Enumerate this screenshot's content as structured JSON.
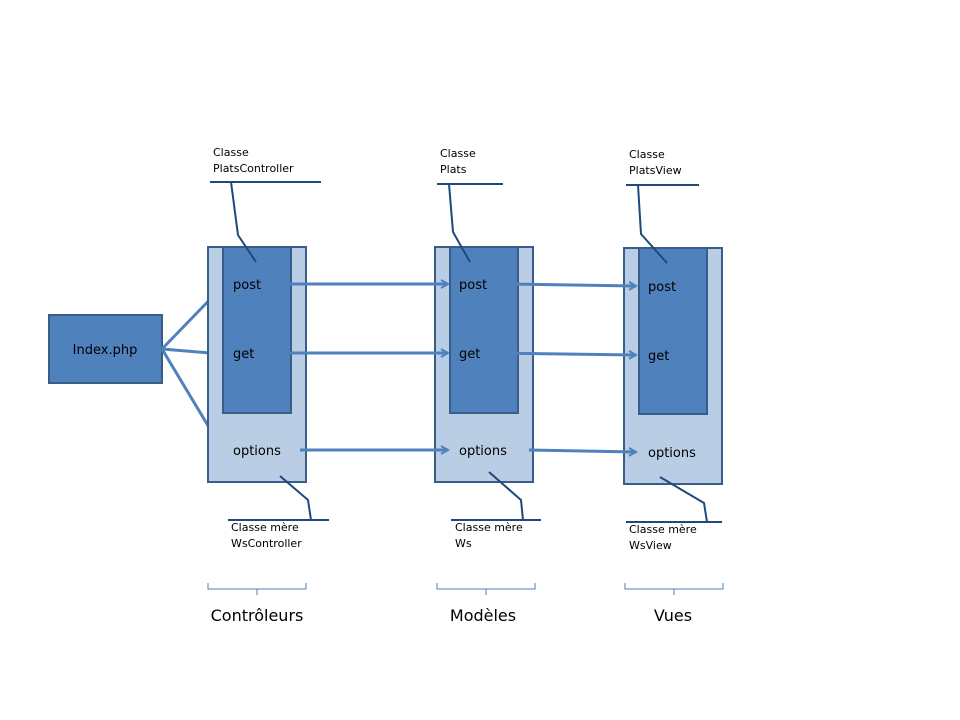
{
  "entry": {
    "label": "Index.php"
  },
  "methods": {
    "post": "post",
    "get": "get",
    "options": "options"
  },
  "columns": [
    {
      "class_line1": "Classe",
      "class_line2": "PlatsController",
      "parent_line1": "Classe mère",
      "parent_line2": "WsController",
      "caption": "Contrôleurs"
    },
    {
      "class_line1": "Classe",
      "class_line2": "Plats",
      "parent_line1": "Classe mère",
      "parent_line2": "Ws",
      "caption": "Modèles"
    },
    {
      "class_line1": "Classe",
      "class_line2": "PlatsView",
      "parent_line1": "Classe mère",
      "parent_line2": "WsView",
      "caption": "Vues"
    }
  ],
  "colors": {
    "outer_fill": "#b9cde5",
    "inner_fill": "#4f81bd",
    "border": "#385d8a",
    "arrow": "#4f81bd",
    "callout_line": "#1f497d",
    "brace": "#4f81bd"
  }
}
